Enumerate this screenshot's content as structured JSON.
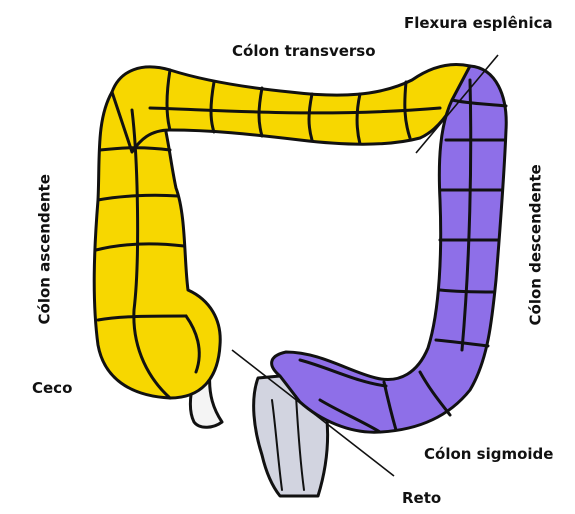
{
  "labels": {
    "splenic_flexure": "Flexura esplênica",
    "transverse": "Cólon transverso",
    "ascending": "Cólon ascendente",
    "descending": "Cólon descendente",
    "cecum": "Ceco",
    "sigmoid": "Cólon sigmoide",
    "rectum": "Reto"
  },
  "colors": {
    "proximal": "#F7D700",
    "distal": "#8E6FE8",
    "rectum": "#D2D4E0",
    "outline": "#111111"
  }
}
